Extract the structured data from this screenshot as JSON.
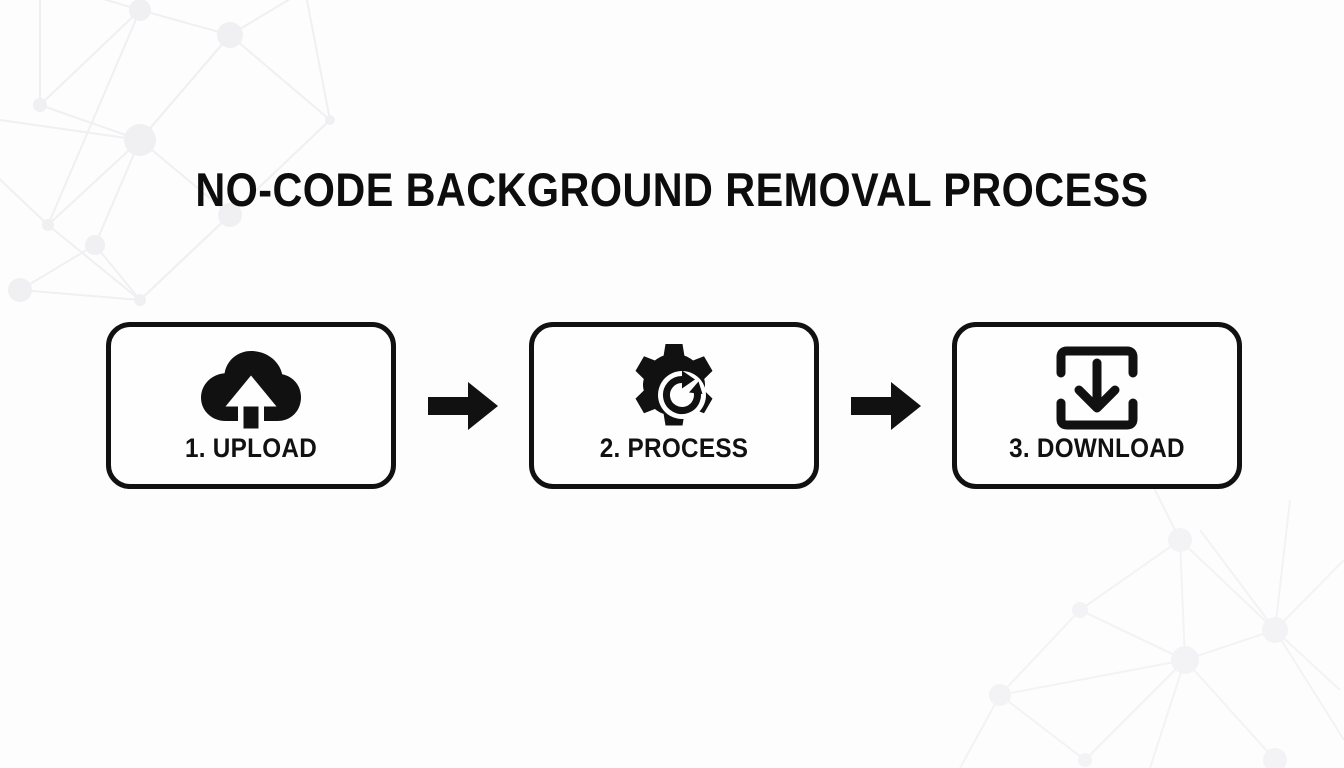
{
  "page": {
    "title": "NO-CODE BACKGROUND REMOVAL PROCESS",
    "background_color": "#fdfdfd",
    "ink_color": "#111111",
    "decoration": "faint-network-constellation-pattern"
  },
  "flow": {
    "steps": [
      {
        "number": "1",
        "label": "1. UPLOAD",
        "icon": "cloud-upload-icon",
        "icon_style": "solid-filled"
      },
      {
        "number": "2",
        "label": "2. PROCESS",
        "icon": "gear-refresh-icon",
        "icon_style": "solid-filled"
      },
      {
        "number": "3",
        "label": "3. DOWNLOAD",
        "icon": "download-bracket-icon",
        "icon_style": "outline-stroke"
      }
    ],
    "connectors": [
      {
        "icon": "arrow-right-icon",
        "from": "1. UPLOAD",
        "to": "2. PROCESS"
      },
      {
        "icon": "arrow-right-icon",
        "from": "2. PROCESS",
        "to": "3. DOWNLOAD"
      }
    ]
  }
}
